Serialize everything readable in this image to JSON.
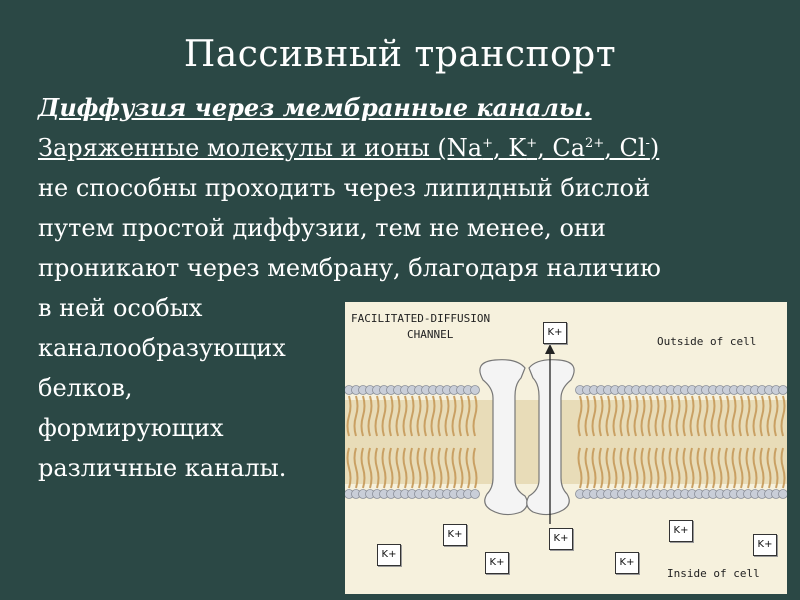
{
  "title": "Пассивный транспорт",
  "subtitle": "Диффузия через мембранные каналы.",
  "text": {
    "line1_pre": "Заряженные молекулы и ионы (Na",
    "na_sup": "+",
    "sep1": ", K",
    "k_sup": "+",
    "sep2": ", Ca",
    "ca_sup": "2+",
    "sep3": ", Cl",
    "cl_sup": "-",
    "line1_post": ")",
    "line2": "не способны проходить через липидный бислой",
    "line3": "путем простой диффузии, тем не менее, они",
    "line4": "проникают через мембрану, благодаря наличию",
    "line5": "в ней особых",
    "line6": "каналообразующих",
    "line7": "белков,",
    "line8": " формирующих",
    "line9": "различные каналы."
  },
  "figure": {
    "title_line1": "FACILITATED-DIFFUSION",
    "title_line2": "CHANNEL",
    "outside_label": "Outside of cell",
    "inside_label": "Inside of cell",
    "ion_label": "K+",
    "colors": {
      "background": "#f6f1dd",
      "head": "#c9ced8",
      "tail": "#c9a063",
      "protein": "#f4f4f4"
    }
  }
}
